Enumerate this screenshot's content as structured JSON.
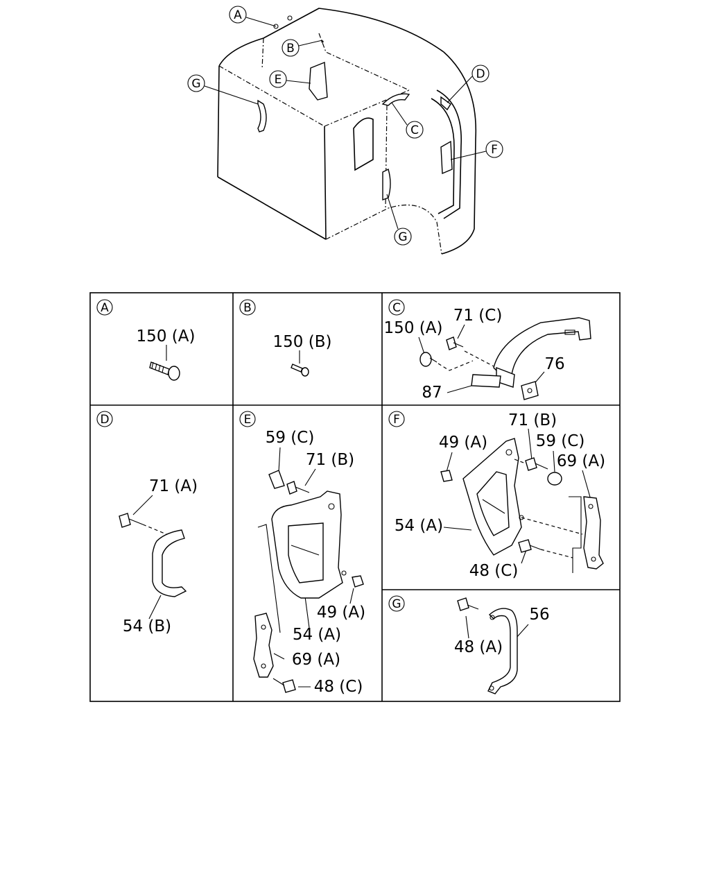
{
  "cab_callouts": [
    "A",
    "B",
    "E",
    "G",
    "D",
    "C",
    "F",
    "G"
  ],
  "panels": {
    "A": {
      "letter": "A",
      "labels": [
        "150 (A)"
      ]
    },
    "B": {
      "letter": "B",
      "labels": [
        "150 (B)"
      ]
    },
    "C": {
      "letter": "C",
      "labels": [
        "150 (A)",
        "71 (C)",
        "76",
        "87"
      ]
    },
    "D": {
      "letter": "D",
      "labels": [
        "71 (A)",
        "54 (B)"
      ]
    },
    "E": {
      "letter": "E",
      "labels": [
        "59 (C)",
        "71 (B)",
        "49 (A)",
        "54 (A)",
        "69 (A)",
        "48 (C)"
      ]
    },
    "F": {
      "letter": "F",
      "labels": [
        "49 (A)",
        "71 (B)",
        "59 (C)",
        "69 (A)",
        "54 (A)",
        "48 (C)"
      ]
    },
    "G": {
      "letter": "G",
      "labels": [
        "48 (A)",
        "56"
      ]
    }
  }
}
